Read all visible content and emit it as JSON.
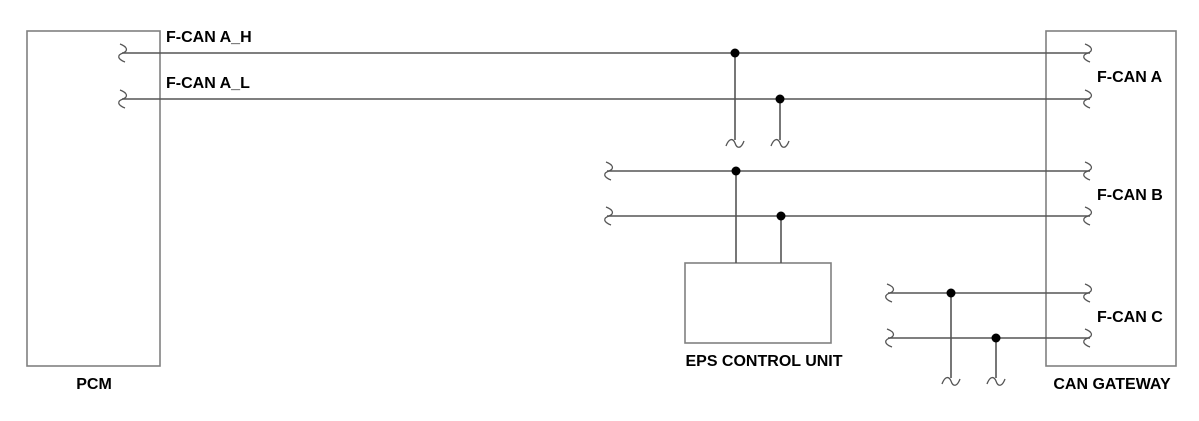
{
  "modules": {
    "pcm": "PCM",
    "eps": "EPS CONTROL UNIT",
    "gateway": "CAN GATEWAY"
  },
  "signals": {
    "can_a_h": "F-CAN A_H",
    "can_a_l": "F-CAN A_L"
  },
  "buses": {
    "a": "F-CAN A",
    "b": "F-CAN B",
    "c": "F-CAN C"
  },
  "colors": {
    "wire": "#555555",
    "box_border": "#808080",
    "node": "#000000",
    "text": "#000000"
  }
}
